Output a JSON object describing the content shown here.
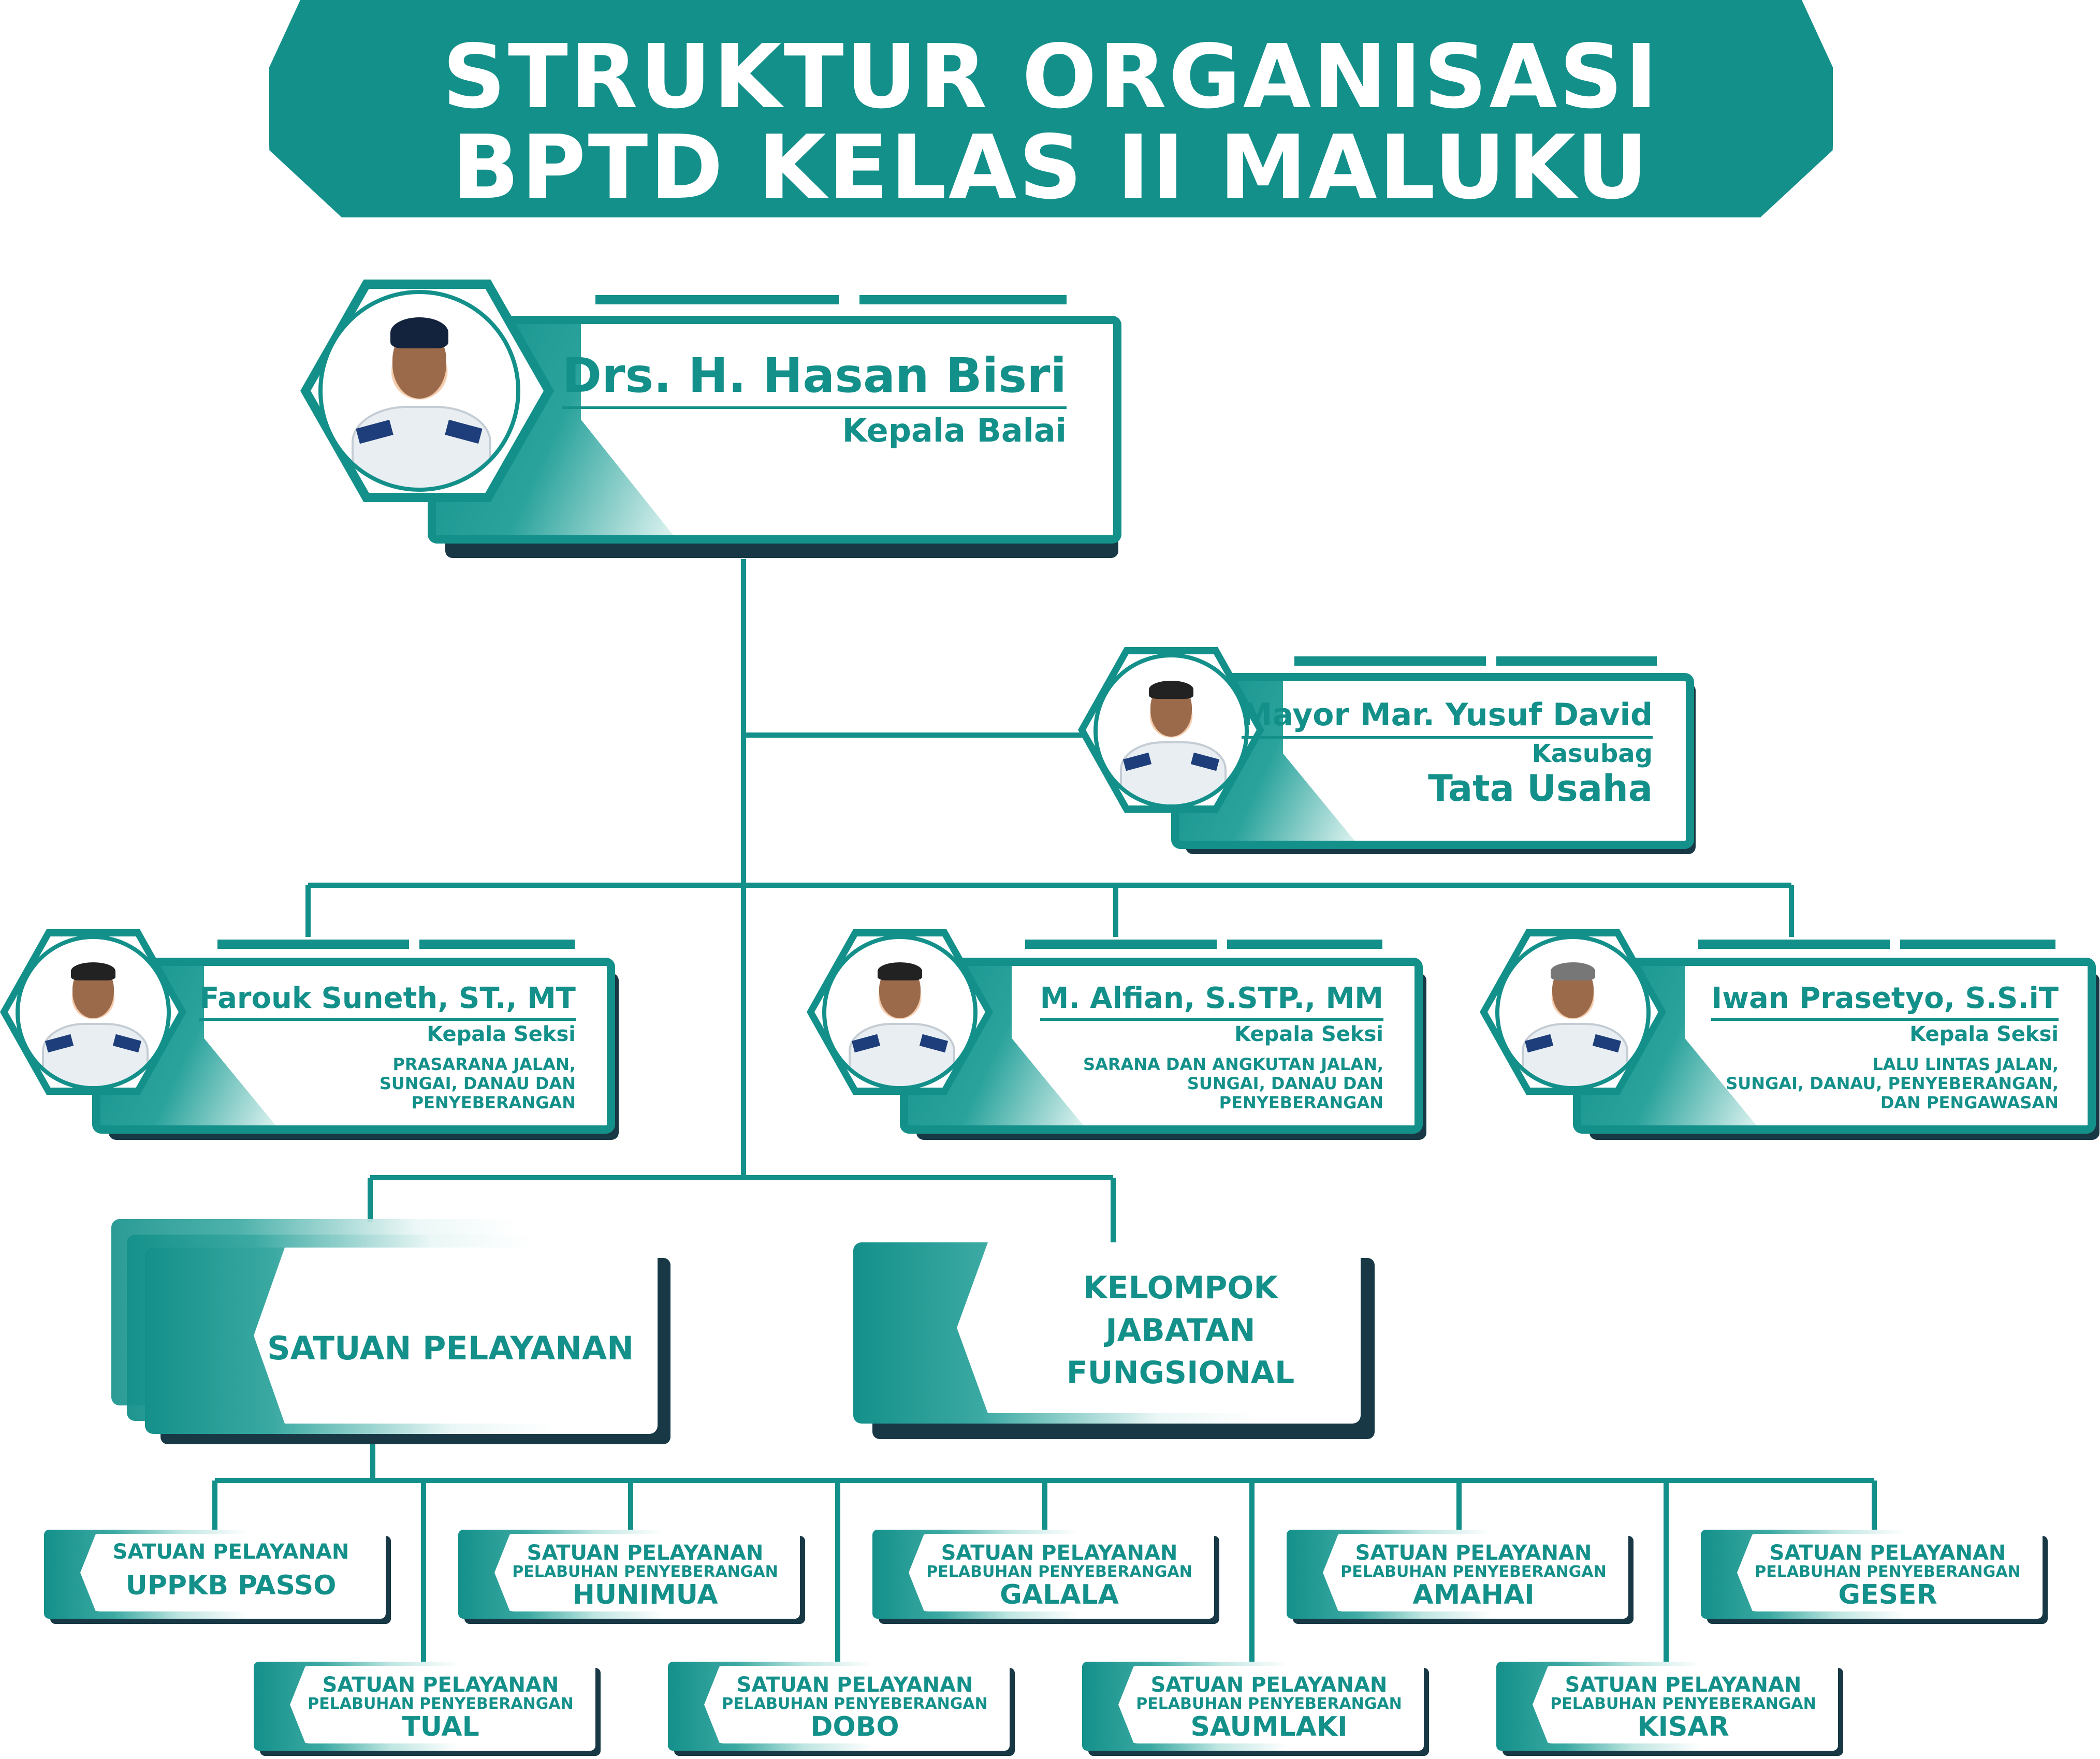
{
  "header": {
    "title_line1": "STRUKTUR ORGANISASI",
    "title_line2": "BPTD KELAS II MALUKU"
  },
  "head": {
    "name": "Drs. H. Hasan Bisri",
    "role": "Kepala Balai"
  },
  "admin": {
    "name": "Mayor Mar. Yusuf David",
    "role": "Kasubag",
    "unit": "Tata Usaha"
  },
  "sections": [
    {
      "name": "Farouk Suneth, ST., MT",
      "role": "Kepala Seksi",
      "desc": "PRASARANA JALAN,\nSUNGAI, DANAU DAN PENYEBERANGAN"
    },
    {
      "name": "M. Alfian, S.STP., MM",
      "role": "Kepala Seksi",
      "desc": "SARANA DAN ANGKUTAN JALAN,\nSUNGAI, DANAU DAN PENYEBERANGAN"
    },
    {
      "name": "Iwan Prasetyo, S.S.iT",
      "role": "Kepala Seksi",
      "desc": "LALU LINTAS JALAN,\nSUNGAI, DANAU, PENYEBERANGAN,\nDAN PENGAWASAN"
    }
  ],
  "satuan": {
    "label": "SATUAN PELAYANAN"
  },
  "fungsional": {
    "line1": "KELOMPOK",
    "line2": "JABATAN",
    "line3": "FUNGSIONAL"
  },
  "units": [
    {
      "l1": "SATUAN PELAYANAN",
      "l2": "",
      "l3": "UPPKB PASSO"
    },
    {
      "l1": "SATUAN PELAYANAN",
      "l2": "PELABUHAN PENYEBERANGAN",
      "l3": "HUNIMUA"
    },
    {
      "l1": "SATUAN PELAYANAN",
      "l2": "PELABUHAN PENYEBERANGAN",
      "l3": "GALALA"
    },
    {
      "l1": "SATUAN PELAYANAN",
      "l2": "PELABUHAN PENYEBERANGAN",
      "l3": "AMAHAI"
    },
    {
      "l1": "SATUAN PELAYANAN",
      "l2": "PELABUHAN PENYEBERANGAN",
      "l3": "GESER"
    },
    {
      "l1": "SATUAN PELAYANAN",
      "l2": "PELABUHAN PENYEBERANGAN",
      "l3": "TUAL"
    },
    {
      "l1": "SATUAN PELAYANAN",
      "l2": "PELABUHAN PENYEBERANGAN",
      "l3": "DOBO"
    },
    {
      "l1": "SATUAN PELAYANAN",
      "l2": "PELABUHAN PENYEBERANGAN",
      "l3": "SAUMLAKI"
    },
    {
      "l1": "SATUAN PELAYANAN",
      "l2": "PELABUHAN PENYEBERANGAN",
      "l3": "KISAR"
    }
  ],
  "colors": {
    "teal": "#14908a",
    "navy_shadow": "#173844"
  }
}
